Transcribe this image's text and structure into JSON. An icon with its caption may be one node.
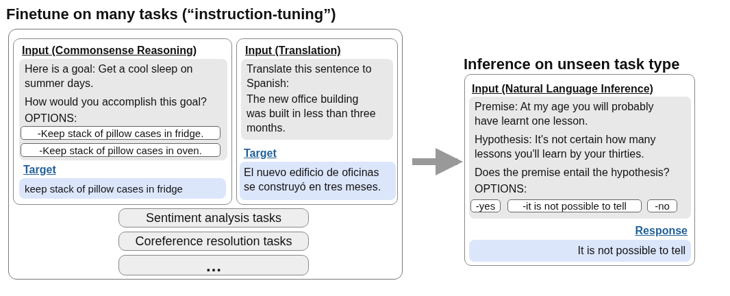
{
  "diagram": {
    "nodes": [
      {
        "text": [
          "Finetune on many tasks (“instruction-tuning”)"
        ]
      },
      {
        "text": [
          "Input (Commonsense Reasoning)",
          "Target"
        ],
        "in": 0
      },
      {
        "text": [
          "Here is a goal: Get a cool sleep on summer days.",
          "How would you accomplish this goal?",
          "OPTIONS:"
        ],
        "in": 1
      },
      {
        "text": [
          "-Keep stack of pillow cases in fridge."
        ],
        "in": 2
      },
      {
        "text": [
          "-Keep stack of pillow cases in oven."
        ],
        "in": 2
      },
      {
        "text": [
          "keep stack of pillow cases in fridge"
        ],
        "in": 1
      },
      {
        "text": [
          "Input (Translation)",
          "Target"
        ],
        "in": 0
      },
      {
        "text": [
          "Translate this sentence to Spanish:",
          "The new office building was built in less than three months."
        ],
        "in": 6
      },
      {
        "text": [
          "El nuevo edificio de oficinas se construyó en tres meses."
        ],
        "in": 6
      },
      {
        "text": [
          "Sentiment analysis tasks"
        ],
        "in": 0
      },
      {
        "text": [
          "Coreference resolution tasks"
        ],
        "in": 0
      },
      {
        "text": [
          "…"
        ],
        "in": 0
      },
      {
        "text": [
          "Inference on unseen task type",
          "Input (Natural Language Inference)",
          "Response"
        ]
      },
      {
        "text": [
          "Premise: At my age you will probably have learnt one lesson.",
          "Hypothesis: It's not certain how many lessons you'll learn by your thirties.",
          "Does the premise entail the hypothesis?",
          "OPTIONS:"
        ],
        "in": 12
      },
      {
        "text": [
          "-yes"
        ],
        "in": 13
      },
      {
        "text": [
          "-it is not possible to tell"
        ],
        "in": 13
      },
      {
        "text": [
          "-no"
        ],
        "in": 13
      },
      {
        "text": [
          "It is not possible to tell"
        ],
        "in": 12
      }
    ],
    "edges": [
      {
        "from": 0,
        "to": 12,
        "arrow": "to"
      }
    ]
  }
}
